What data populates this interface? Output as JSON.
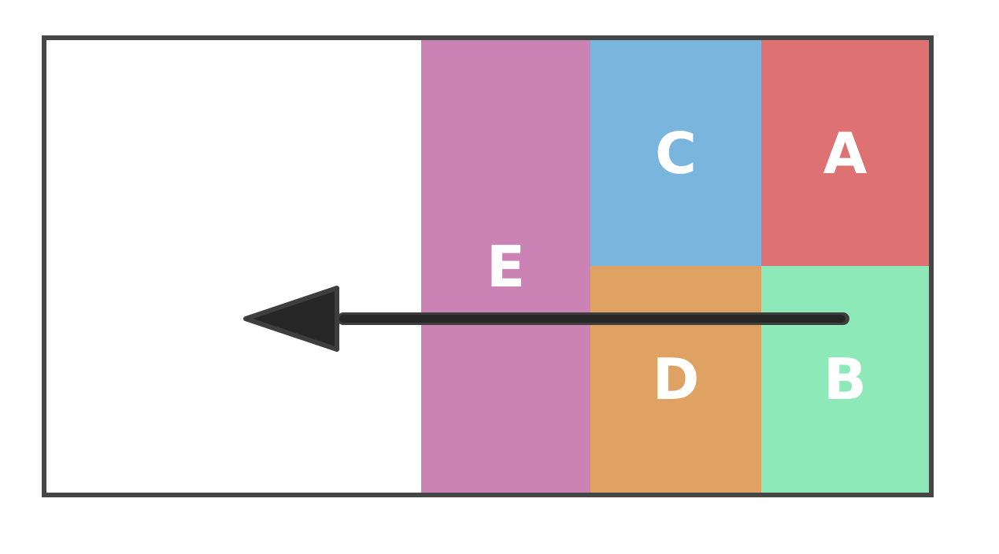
{
  "colors": {
    "page_bg": "#ffffff",
    "frame": "#464646",
    "arrow_fill": "#262626",
    "arrow_outline": "#3e3e3e",
    "label_text": "#ffffff"
  },
  "blocks": {
    "E": {
      "label": "E",
      "color": "#cb83b6"
    },
    "C": {
      "label": "C",
      "color": "#7ab5de"
    },
    "A": {
      "label": "A",
      "color": "#de7171"
    },
    "D": {
      "label": "D",
      "color": "#e0a262"
    },
    "B": {
      "label": "B",
      "color": "#8deab8"
    }
  },
  "arrow": {
    "points_to": "left"
  }
}
